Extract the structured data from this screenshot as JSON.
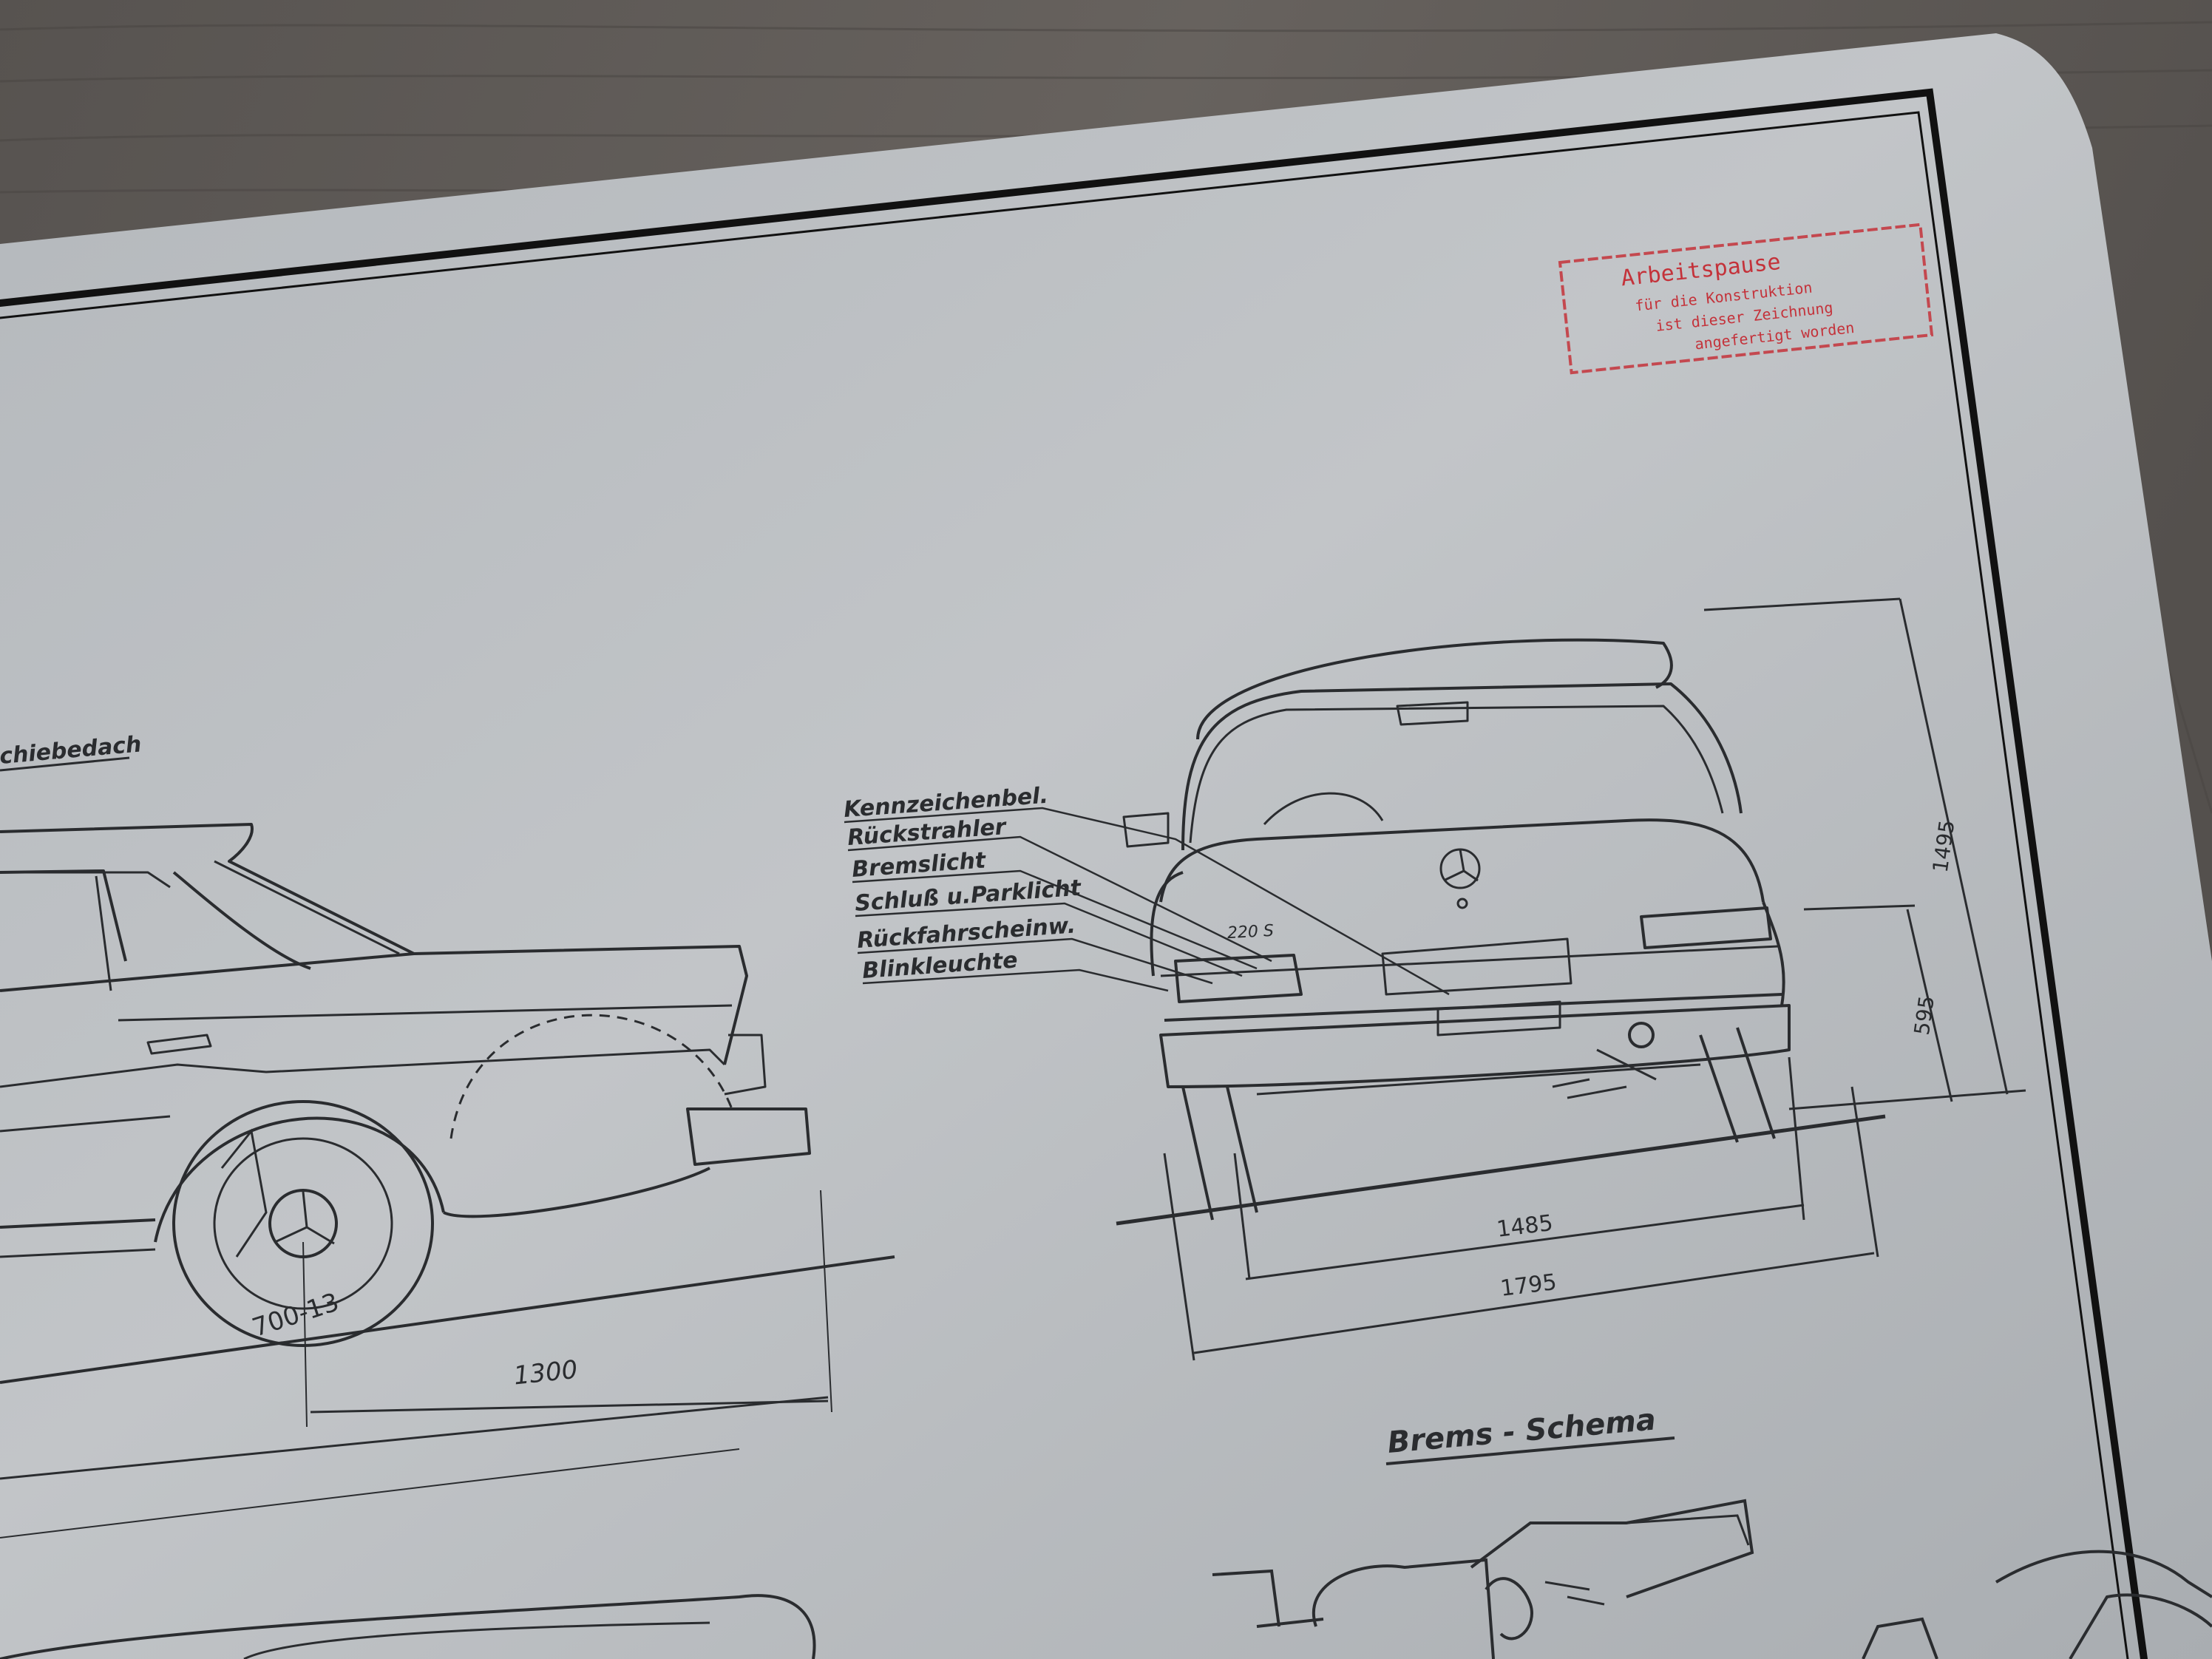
{
  "photo": {
    "description_colors": {
      "table_wood": "#5e5a57",
      "paper": "#b7bbbf",
      "ink": "#2a2c2f",
      "stamp_red": "#c4323a"
    }
  },
  "drawing": {
    "side_view_caption_partial": "chiebedach",
    "tire_label": "700-13",
    "side_dimension": "1300",
    "rear_labels": [
      "Kennzeichenbel.",
      "Rückstrahler",
      "Bremslicht",
      "Schluß u.Parklicht",
      "Rückfahrscheinw.",
      "Blinkleuchte"
    ],
    "rear_badge": "220 S",
    "rear_dimensions": {
      "height_total": "1495",
      "height_lower": "595",
      "track": "1485",
      "width": "1795"
    },
    "brake_title": "Brems - Schema"
  },
  "stamp": {
    "lines": [
      "Arbeitspause",
      "für die Konstruktion",
      "ist dieser Zeichnung",
      "angefertigt worden"
    ]
  }
}
